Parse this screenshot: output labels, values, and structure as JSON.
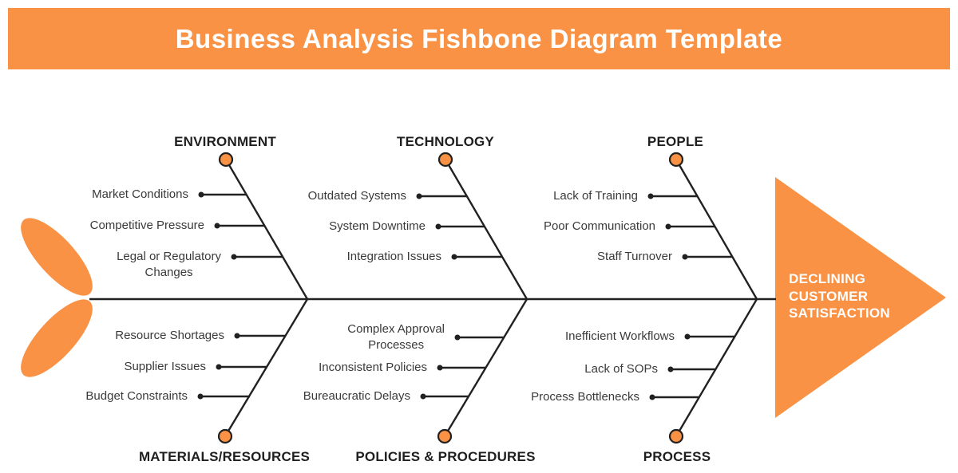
{
  "title": "Business Analysis Fishbone Diagram Template",
  "effect": {
    "label": "DECLINING\nCUSTOMER\nSATISFACTION"
  },
  "colors": {
    "orange": "#F99245",
    "line": "#212121",
    "category_text": "#1f1f1f",
    "cause_text": "#3a3a3a",
    "title_text": "#ffffff"
  },
  "categories": [
    {
      "name": "ENVIRONMENT",
      "position": "top",
      "causes": [
        "Market Conditions",
        "Competitive Pressure",
        "Legal or Regulatory\nChanges"
      ]
    },
    {
      "name": "TECHNOLOGY",
      "position": "top",
      "causes": [
        "Outdated Systems",
        "System Downtime",
        "Integration Issues"
      ]
    },
    {
      "name": "PEOPLE",
      "position": "top",
      "causes": [
        "Lack of Training",
        "Poor Communication",
        "Staff Turnover"
      ]
    },
    {
      "name": "MATERIALS/RESOURCES",
      "position": "bottom",
      "causes": [
        "Resource Shortages",
        "Supplier Issues",
        "Budget Constraints"
      ]
    },
    {
      "name": "POLICIES & PROCEDURES",
      "position": "bottom",
      "causes": [
        "Complex Approval\nProcesses",
        "Inconsistent Policies",
        "Bureaucratic Delays"
      ]
    },
    {
      "name": "PROCESS",
      "position": "bottom",
      "causes": [
        "Inefficient Workflows",
        "Lack of SOPs",
        "Process Bottlenecks"
      ]
    }
  ]
}
